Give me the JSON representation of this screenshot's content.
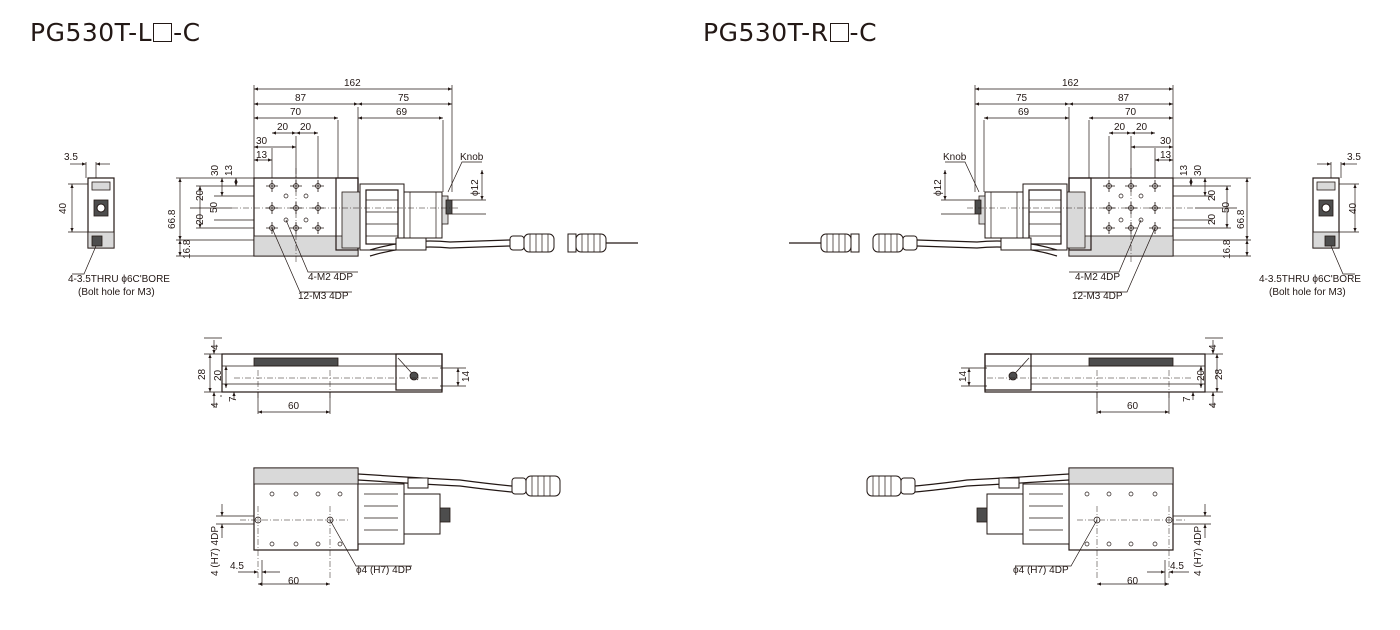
{
  "titles": {
    "left": {
      "prefix": "PG530T-L",
      "suffix": "-C"
    },
    "right": {
      "prefix": "PG530T-R",
      "suffix": "-C"
    }
  },
  "dimensions": {
    "d162": "162",
    "d87": "87",
    "d75": "75",
    "d70": "70",
    "d69": "69",
    "d20": "20",
    "d30": "30",
    "d13": "13",
    "d50": "50",
    "d66_8": "66.8",
    "d16_8": "16.8",
    "d3_5": "3.5",
    "d40": "40",
    "d12": "ϕ12",
    "d4": "4",
    "d28": "28",
    "d7": "7",
    "d14": "14",
    "d60": "60",
    "d4_5": "4.5"
  },
  "callouts": {
    "knob": "Knob",
    "m2": "4-M2 4DP",
    "m3": "12-M3 4DP",
    "thru": "4-3.5THRU ϕ6C'BORE",
    "bolt": "(Bolt hole for M3)",
    "pin_hole": "ϕ4 (H7) 4DP",
    "pin_side": "4 (H7) 4DP"
  },
  "colors": {
    "line": "#231815",
    "dark_fill": "#4d4d4d",
    "light_fill": "#d9d9d9"
  }
}
